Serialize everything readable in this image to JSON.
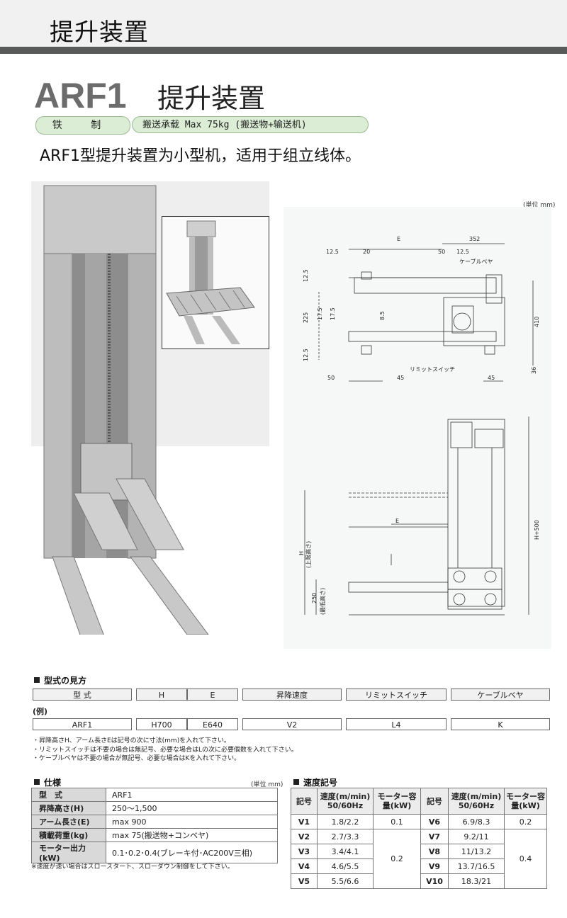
{
  "header": {
    "title": "提升装置"
  },
  "product": {
    "model": "ARF1",
    "name": "提升装置",
    "material_tag": "铁 制",
    "load_tag": "搬送承载 Max 75kg (搬送物+输送机)",
    "intro": "ARF1型提升装置为小型机，适用于组立线体。"
  },
  "drawing": {
    "unit": "(単位 mm)",
    "dims": [
      "E",
      "352",
      "12.5",
      "20",
      "50",
      "12.5",
      "12.5",
      "225",
      "17.5",
      "17.5",
      "8.5",
      "12.5",
      "410",
      "36",
      "50",
      "45",
      "45",
      "H",
      "(上限高さ)",
      "250",
      "(最低高さ)",
      "H+500"
    ],
    "callouts": [
      "ケーブルベヤ",
      "リミットスイッチ"
    ]
  },
  "model_code": {
    "title": "型式の見方",
    "headers": [
      "型 式",
      "H",
      "E",
      "昇降速度",
      "リミットスイッチ",
      "ケーブルベヤ"
    ],
    "example_label": "(例)",
    "example": [
      "ARF1",
      "H700",
      "E640",
      "V2",
      "L4",
      "K"
    ],
    "notes": [
      "・昇降高さH、アーム長さEは記号の次に寸法(mm)を入れて下さい。",
      "・リミットスイッチは不要の場合は無記号、必要な場合はLの次に必要個数を入れて下さい。",
      "・ケーブルベヤは不要の場合が無記号、必要な場合はKを入れて下さい。"
    ]
  },
  "spec": {
    "title": "仕様",
    "unit": "(単位 mm)",
    "rows": [
      {
        "k": "型　式",
        "v": "ARF1"
      },
      {
        "k": "昇降高さ(H)",
        "v": "250〜1,500"
      },
      {
        "k": "アーム長さ(E)",
        "v": "max 900"
      },
      {
        "k": "積載荷重(kg)",
        "v": "max 75(搬送物+コンベヤ)"
      },
      {
        "k": "モーター出力(kW)",
        "v": "0.1･0.2･0.4(ブレーキ付･AC200V三相)"
      }
    ],
    "note": "※速度が速い場合はスロースタート、スローダウン制御をして下さい。"
  },
  "speed": {
    "title": "速度記号",
    "headers": [
      "記号",
      "速度(m/min) 50/60Hz",
      "モーター容量(kW)",
      "記号",
      "速度(m/min) 50/60Hz",
      "モーター容量(kW)"
    ],
    "rows": [
      {
        "c1": "V1",
        "s1": "1.8/2.2",
        "c2": "V6",
        "s2": "6.9/8.3"
      },
      {
        "c1": "V2",
        "s1": "2.7/3.3",
        "c2": "V7",
        "s2": "9.2/11"
      },
      {
        "c1": "V3",
        "s1": "3.4/4.1",
        "c2": "V8",
        "s2": "11/13.2"
      },
      {
        "c1": "V4",
        "s1": "4.6/5.5",
        "c2": "V9",
        "s2": "13.7/16.5"
      },
      {
        "c1": "V5",
        "s1": "5.5/6.6",
        "c2": "V10",
        "s2": "18.3/21"
      }
    ],
    "motor_left": [
      "0.1",
      "0.2"
    ],
    "motor_right": [
      "0.2",
      "0.4"
    ]
  }
}
